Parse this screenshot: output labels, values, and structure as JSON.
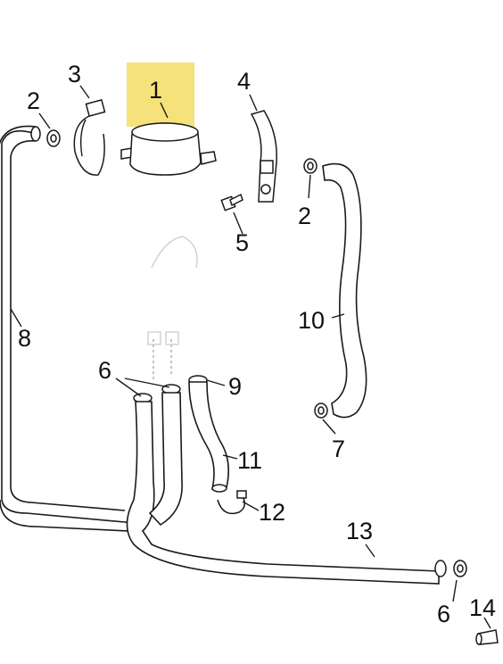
{
  "diagram": {
    "highlight_color": "#f5e27a",
    "callouts": [
      {
        "id": "c1",
        "label": "1",
        "highlighted": true
      },
      {
        "id": "c2a",
        "label": "2"
      },
      {
        "id": "c2b",
        "label": "2"
      },
      {
        "id": "c3",
        "label": "3"
      },
      {
        "id": "c4",
        "label": "4"
      },
      {
        "id": "c5",
        "label": "5"
      },
      {
        "id": "c6a",
        "label": "6"
      },
      {
        "id": "c6b",
        "label": "6"
      },
      {
        "id": "c7",
        "label": "7"
      },
      {
        "id": "c8",
        "label": "8"
      },
      {
        "id": "c9",
        "label": "9"
      },
      {
        "id": "c10",
        "label": "10"
      },
      {
        "id": "c11",
        "label": "11"
      },
      {
        "id": "c12",
        "label": "12"
      },
      {
        "id": "c13",
        "label": "13"
      },
      {
        "id": "c14",
        "label": "14"
      }
    ]
  }
}
